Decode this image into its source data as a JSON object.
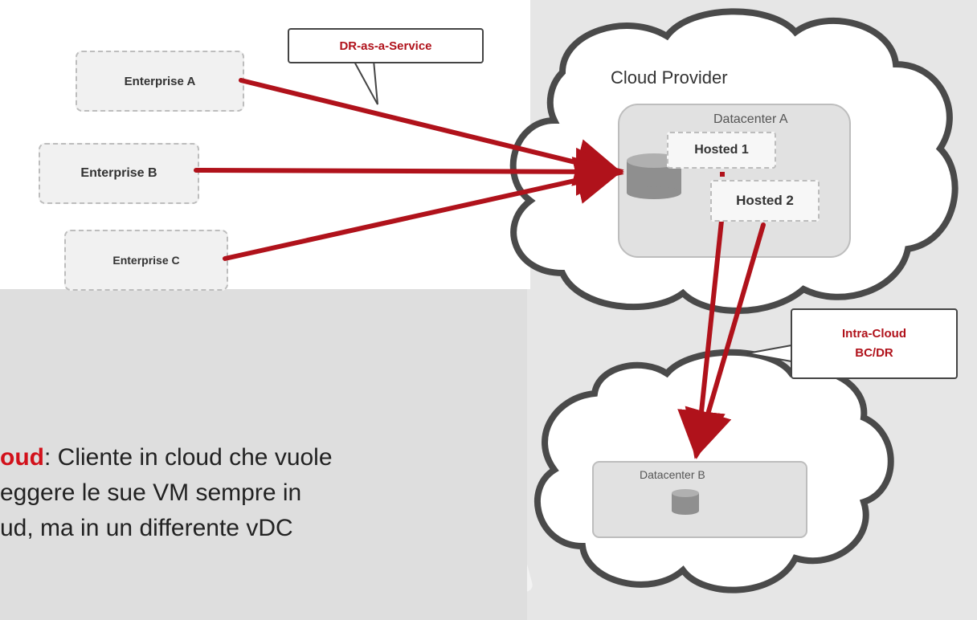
{
  "callouts": {
    "draas": "DR-as-a-Service",
    "intra_line1": "Intra-Cloud",
    "intra_line2": "BC/DR"
  },
  "enterprises": [
    "Enterprise A",
    "Enterprise B",
    "Enterprise C"
  ],
  "cloud": {
    "provider_label": "Cloud Provider",
    "datacenter_a": "Datacenter A",
    "hosted_1": "Hosted 1",
    "hosted_2": "Hosted 2",
    "datacenter_b": "Datacenter B"
  },
  "body": {
    "highlight": "oud",
    "line1_rest": ": Cliente in cloud che vuole",
    "line2": "eggere le sue VM sempre in",
    "line3": "ud, ma in un differente vDC"
  },
  "colors": {
    "arrow": "#b0121b",
    "highlight": "#d2111b"
  }
}
